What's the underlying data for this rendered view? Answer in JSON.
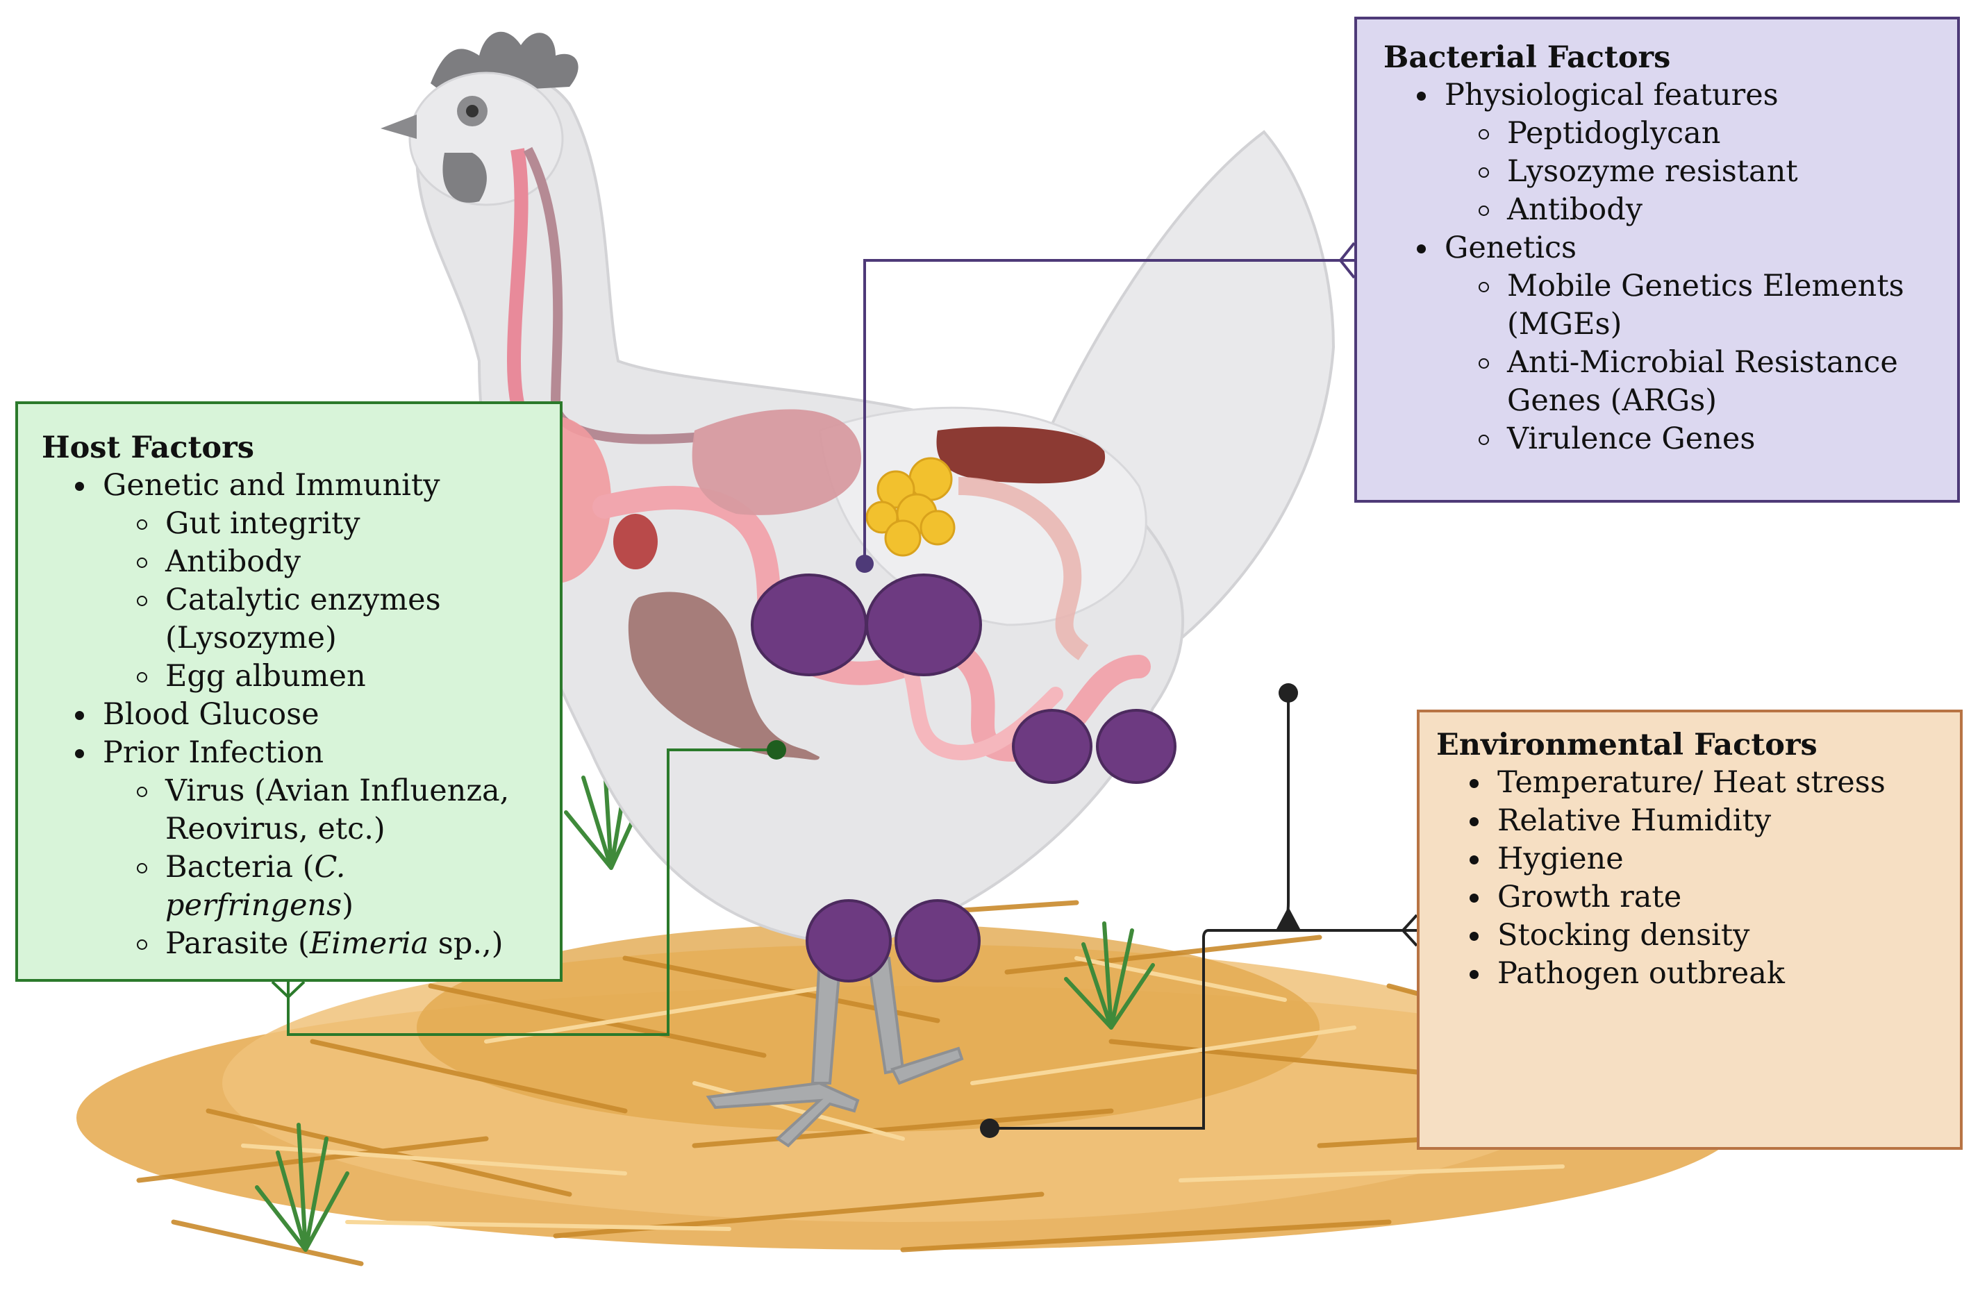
{
  "host_factors": {
    "title": "Host Factors",
    "items": [
      {
        "label": "Genetic and Immunity",
        "level": 1
      },
      {
        "label": "Gut integrity",
        "level": 2
      },
      {
        "label": "Antibody",
        "level": 2
      },
      {
        "label": "Catalytic enzymes",
        "level": 2
      },
      {
        "label": "(Lysozyme)",
        "level": 2,
        "continuation": true
      },
      {
        "label": "Egg albumen",
        "level": 2
      },
      {
        "label": "Blood Glucose",
        "level": 1
      },
      {
        "label": "Prior Infection",
        "level": 1
      },
      {
        "label": "Virus (Avian Influenza,",
        "level": 2
      },
      {
        "label": "Reovirus, etc.)",
        "level": 2,
        "continuation": true
      },
      {
        "label": "Bacteria (C. perfringens)",
        "level": 2
      },
      {
        "label": "Parasite (Eimeria sp.,)",
        "level": 2
      }
    ]
  },
  "bacterial_factors": {
    "title": "Bacterial Factors",
    "items": [
      {
        "label": "Physiological features",
        "level": 1
      },
      {
        "label": "Peptidoglycan",
        "level": 2
      },
      {
        "label": "Lysozyme resistant",
        "level": 2
      },
      {
        "label": "Antibody",
        "level": 2
      },
      {
        "label": "Genetics",
        "level": 1
      },
      {
        "label": "Mobile Genetics Elements",
        "level": 2
      },
      {
        "label": "(MGEs)",
        "level": 2,
        "continuation": true
      },
      {
        "label": "Anti-Microbial Resistance",
        "level": 2
      },
      {
        "label": "Genes (ARGs)",
        "level": 2,
        "continuation": true
      },
      {
        "label": "Virulence Genes",
        "level": 2
      }
    ]
  },
  "environmental_factors": {
    "title": "Environmental Factors",
    "items": [
      {
        "label": "Temperature/ Heat stress",
        "level": 1
      },
      {
        "label": "Relative Humidity",
        "level": 1
      },
      {
        "label": "Hygiene",
        "level": 1
      },
      {
        "label": "Growth rate",
        "level": 1
      },
      {
        "label": "Stocking density",
        "level": 1
      },
      {
        "label": "Pathogen outbreak",
        "level": 1
      }
    ]
  },
  "italic_terms": [
    "C. perfringens",
    "Eimeria"
  ],
  "colors": {
    "host_fill": "#d8f4d9",
    "host_border": "#2b7a2b",
    "bacterial_fill": "#dcd8f0",
    "bacterial_border": "#4e3a78",
    "environmental_fill": "#f6dfc3",
    "environmental_border": "#b87444",
    "bacteria_cluster": "#6b3a7e",
    "straw": "#e7b25c",
    "chicken_body": "#e4e4e6"
  }
}
